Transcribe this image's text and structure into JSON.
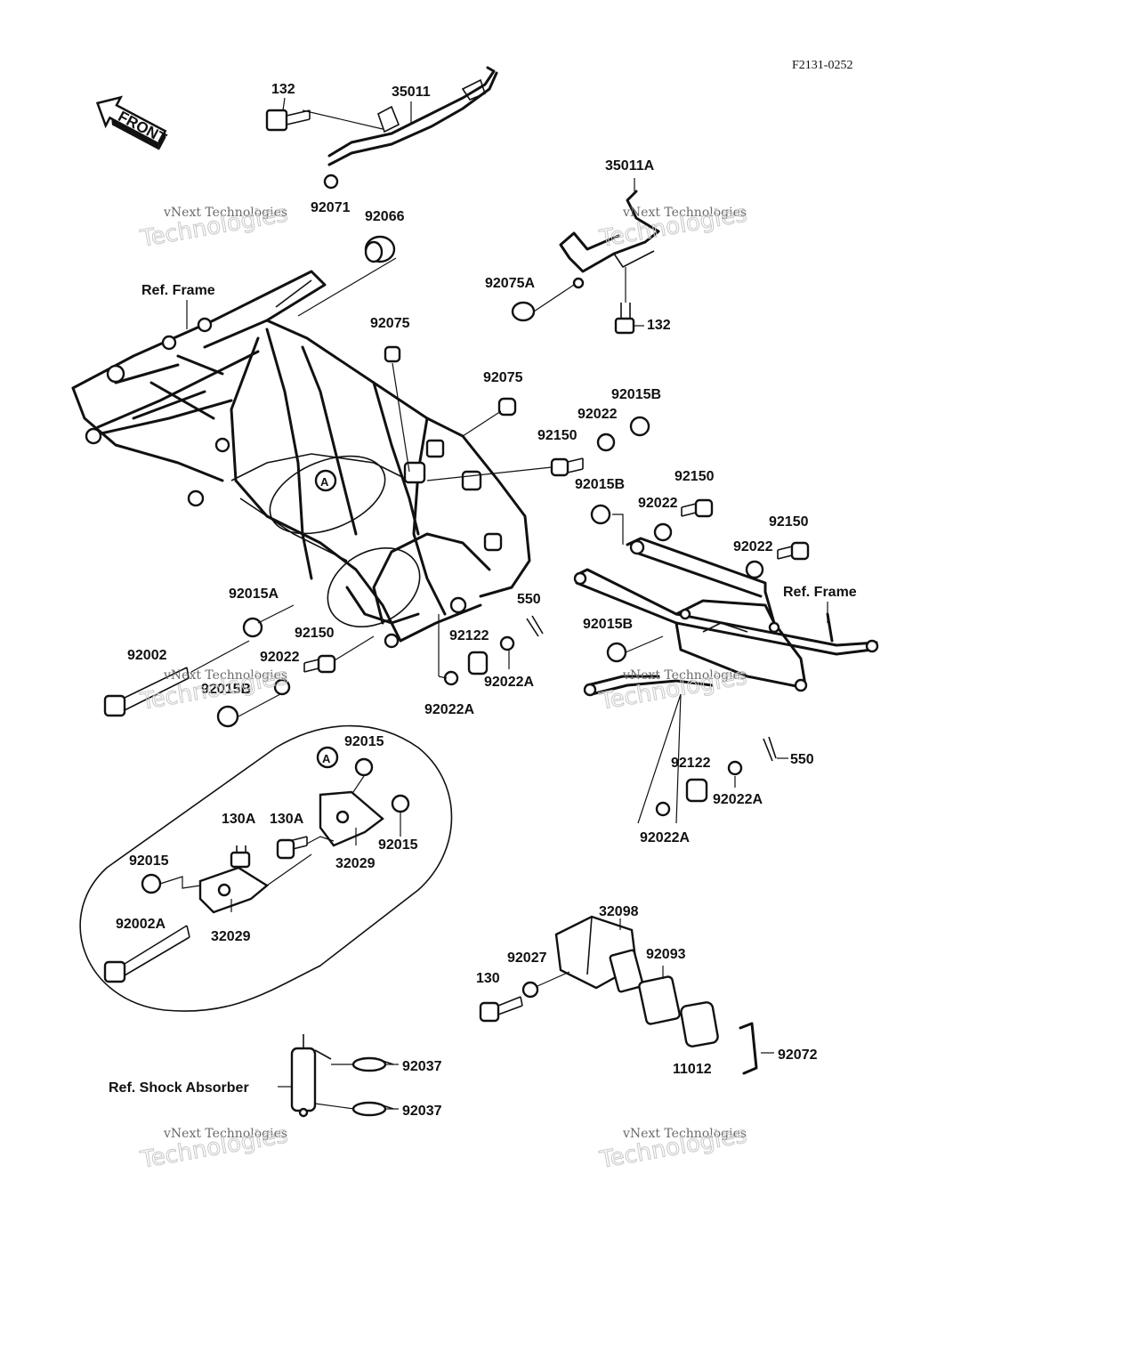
{
  "diagram_code": "F2131-0252",
  "front_arrow_text": "FRONT",
  "callout_a": "A",
  "references": {
    "frame_left": "Ref. Frame",
    "frame_right": "Ref. Frame",
    "shock_absorber": "Ref. Shock Absorber"
  },
  "watermarks": [
    {
      "small": "vNext Technologies",
      "big": "Technologies"
    },
    {
      "small": "vNext Technologies",
      "big": "Technologies"
    },
    {
      "small": "vNext Technologies",
      "big": "Technologies"
    },
    {
      "small": "vNext Technologies",
      "big": "Technologies"
    },
    {
      "small": "vNext Technologies",
      "big": "Technologies"
    }
  ],
  "part_labels": {
    "p132_top": "132",
    "p35011": "35011",
    "p92071": "92071",
    "p92066": "92066",
    "p35011A": "35011A",
    "p92075A": "92075A",
    "p132_right": "132",
    "p92075_a": "92075",
    "p92075_b": "92075",
    "p92015B_a": "92015B",
    "p92022_a": "92022",
    "p92150_a": "92150",
    "p92015B_b": "92015B",
    "p92150_b": "92150",
    "p92022_b": "92022",
    "p92150_c": "92150",
    "p92022_c": "92022",
    "p550_a": "550",
    "p92015A": "92015A",
    "p92150_d": "92150",
    "p92122_a": "92122",
    "p92015B_c": "92015B",
    "p92002": "92002",
    "p92022_d": "92022",
    "p92015B_d": "92015B",
    "p92022A_a": "92022A",
    "p92022A_b": "92022A",
    "p92015_a": "92015",
    "p130A_a": "130A",
    "p130A_b": "130A",
    "p92015_b": "92015",
    "p32029_a": "32029",
    "p92015_c": "92015",
    "p92002A": "92002A",
    "p32029_b": "32029",
    "p92122_b": "92122",
    "p550_b": "550",
    "p92022A_c": "92022A",
    "p92022A_d": "92022A",
    "p32098": "32098",
    "p92027": "92027",
    "p92093": "92093",
    "p130": "130",
    "p11012": "11012",
    "p92072": "92072",
    "p92037_a": "92037",
    "p92037_b": "92037"
  }
}
